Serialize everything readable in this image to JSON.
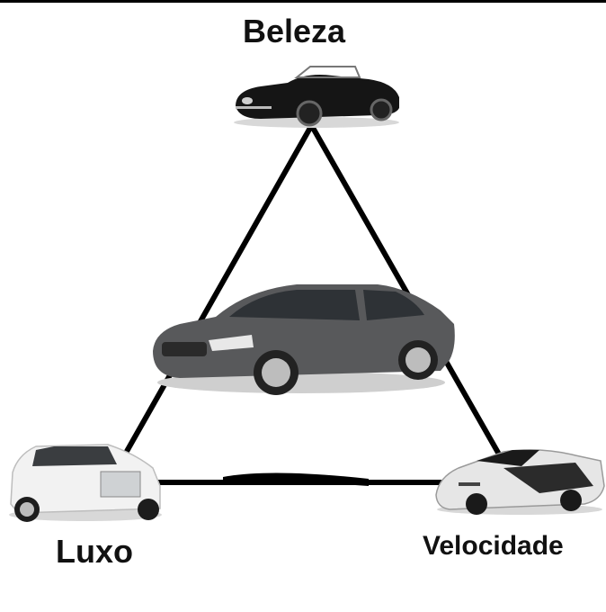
{
  "labels": {
    "top": "Beleza",
    "bottom_left": "Luxo",
    "bottom_right": "Velocidade"
  },
  "images": {
    "top": "black-vintage-convertible",
    "center": "gray-sedan",
    "bottom_left": "white-luxury-sedan",
    "bottom_right": "white-black-hypercar"
  }
}
